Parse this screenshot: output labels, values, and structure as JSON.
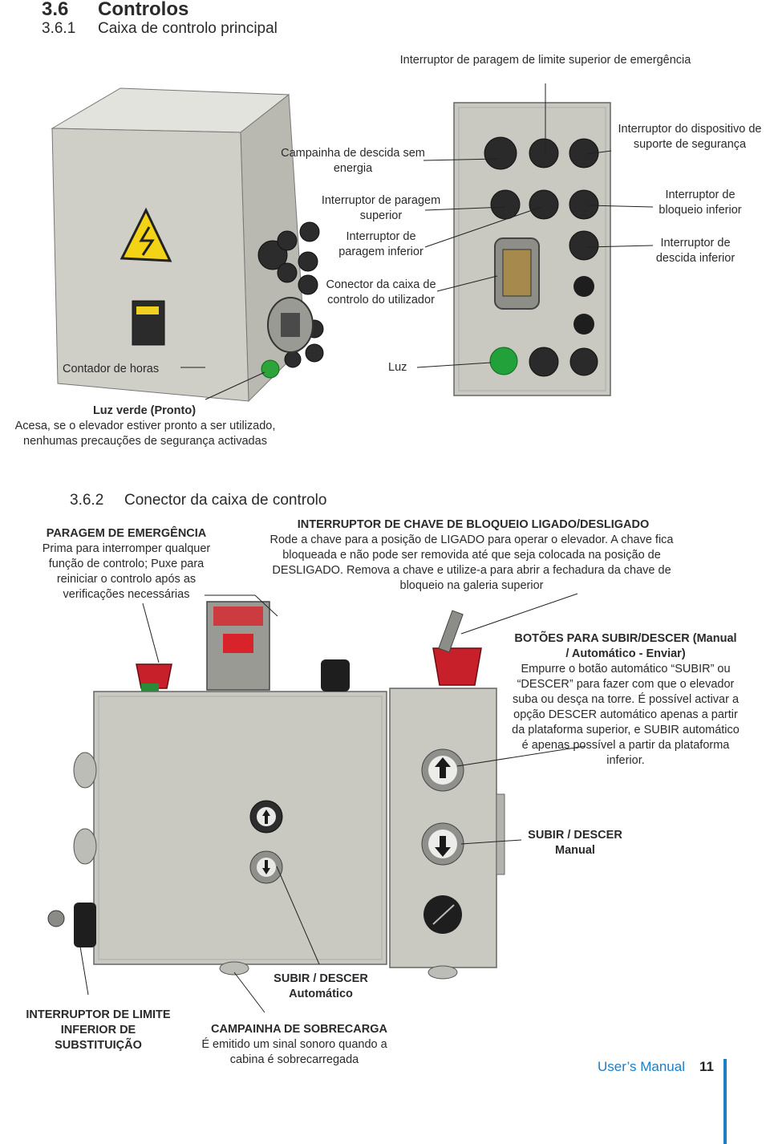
{
  "header": {
    "sec_num": "3.6",
    "sec_title": "Controlos",
    "sub_num": "3.6.1",
    "sub_title": "Caixa de controlo principal"
  },
  "fig1": {
    "top_label": "Interruptor de paragem de limite superior de emergência",
    "campainha": "Campainha de descida sem energia",
    "stop_sup": "Interruptor de paragem superior",
    "stop_inf": "Interruptor de paragem inferior",
    "conector": "Conector da caixa de controlo do utilizador",
    "disp_seg": "Interruptor do dispositivo de suporte de segurança",
    "bloqueio": "Interruptor de bloqueio inferior",
    "descida": "Interruptor de descida inferior",
    "contador": "Contador de horas",
    "luz": "Luz",
    "luz_verde_title": "Luz verde (Pronto)",
    "luz_verde_text": "Acesa, se o elevador estiver pronto a ser utilizado, nenhumas precauções de segurança activadas"
  },
  "section2": {
    "num": "3.6.2",
    "title": "Conector da caixa de controlo"
  },
  "fig2": {
    "emerg_title": "PARAGEM DE EMERGÊNCIA",
    "emerg_text": "Prima para interromper qualquer função de controlo; Puxe para reiniciar o controlo após as verificações necessárias",
    "key_title": "INTERRUPTOR DE CHAVE DE BLOQUEIO LIGADO/DESLIGADO",
    "key_text": "Rode a chave para a posição de LIGADO para operar o elevador. A chave fica bloqueada e não pode ser removida até que seja colocada na posição de DESLIGADO. Remova a chave e utilize-a para abrir a fechadura da chave de bloqueio na galeria superior",
    "updown_title": "BOTÕES PARA SUBIR/DESCER (Manual / Automático - Enviar)",
    "updown_text": "Empurre o botão automático “SUBIR” ou “DESCER” para fazer com que o elevador suba ou desça na torre. É possível activar a opção DESCER automático apenas a partir da plataforma superior, e SUBIR automático é apenas possível a partir da plataforma inferior.",
    "manual_label": "SUBIR / DESCER Manual",
    "auto_label": "SUBIR / DESCER Automático",
    "limit_label": "INTERRUPTOR DE LIMITE INFERIOR DE SUBSTITUIÇÃO",
    "overload_title": "CAMPAINHA DE SOBRECARGA",
    "overload_text": "É emitido um sinal sonoro quando a cabina é sobrecarregada"
  },
  "footer": {
    "manual": "User’s Manual",
    "page": "11"
  },
  "colors": {
    "box_grey": "#c9c9c2",
    "emergency_red": "#c8202a",
    "ready_green": "#1fa33a",
    "accent_blue": "#1a7ec8"
  }
}
